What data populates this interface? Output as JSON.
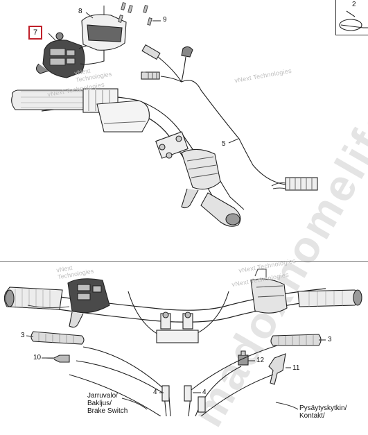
{
  "callouts": {
    "c1": "2",
    "c2": "8",
    "c3": "9",
    "c4": "7",
    "c5": "5",
    "c6": "3",
    "c7": "10",
    "c8": "12",
    "c9": "11",
    "c10": "3",
    "c11": "4",
    "c12": "4"
  },
  "watermarks": {
    "w1": "vNext",
    "w2": "Technologies",
    "w3": "vNext Technologies",
    "w4": "vNext Technologies",
    "w5": "vNext",
    "w6": "Technologies",
    "w7": "vNext Technologies",
    "w8": "vNext Technologies",
    "big": "madoxnomelife"
  },
  "captions": {
    "brake": [
      "Jarruvalo/",
      "Bakljus/",
      "Brake Switch"
    ],
    "kill": [
      "Pysäytyskytkin/",
      "Kontakt/"
    ]
  },
  "colors": {
    "highlight_box": "#c0202a",
    "line": "#222222",
    "part_fill": "#e6e6e6",
    "part_dark": "#4a4a4a"
  }
}
